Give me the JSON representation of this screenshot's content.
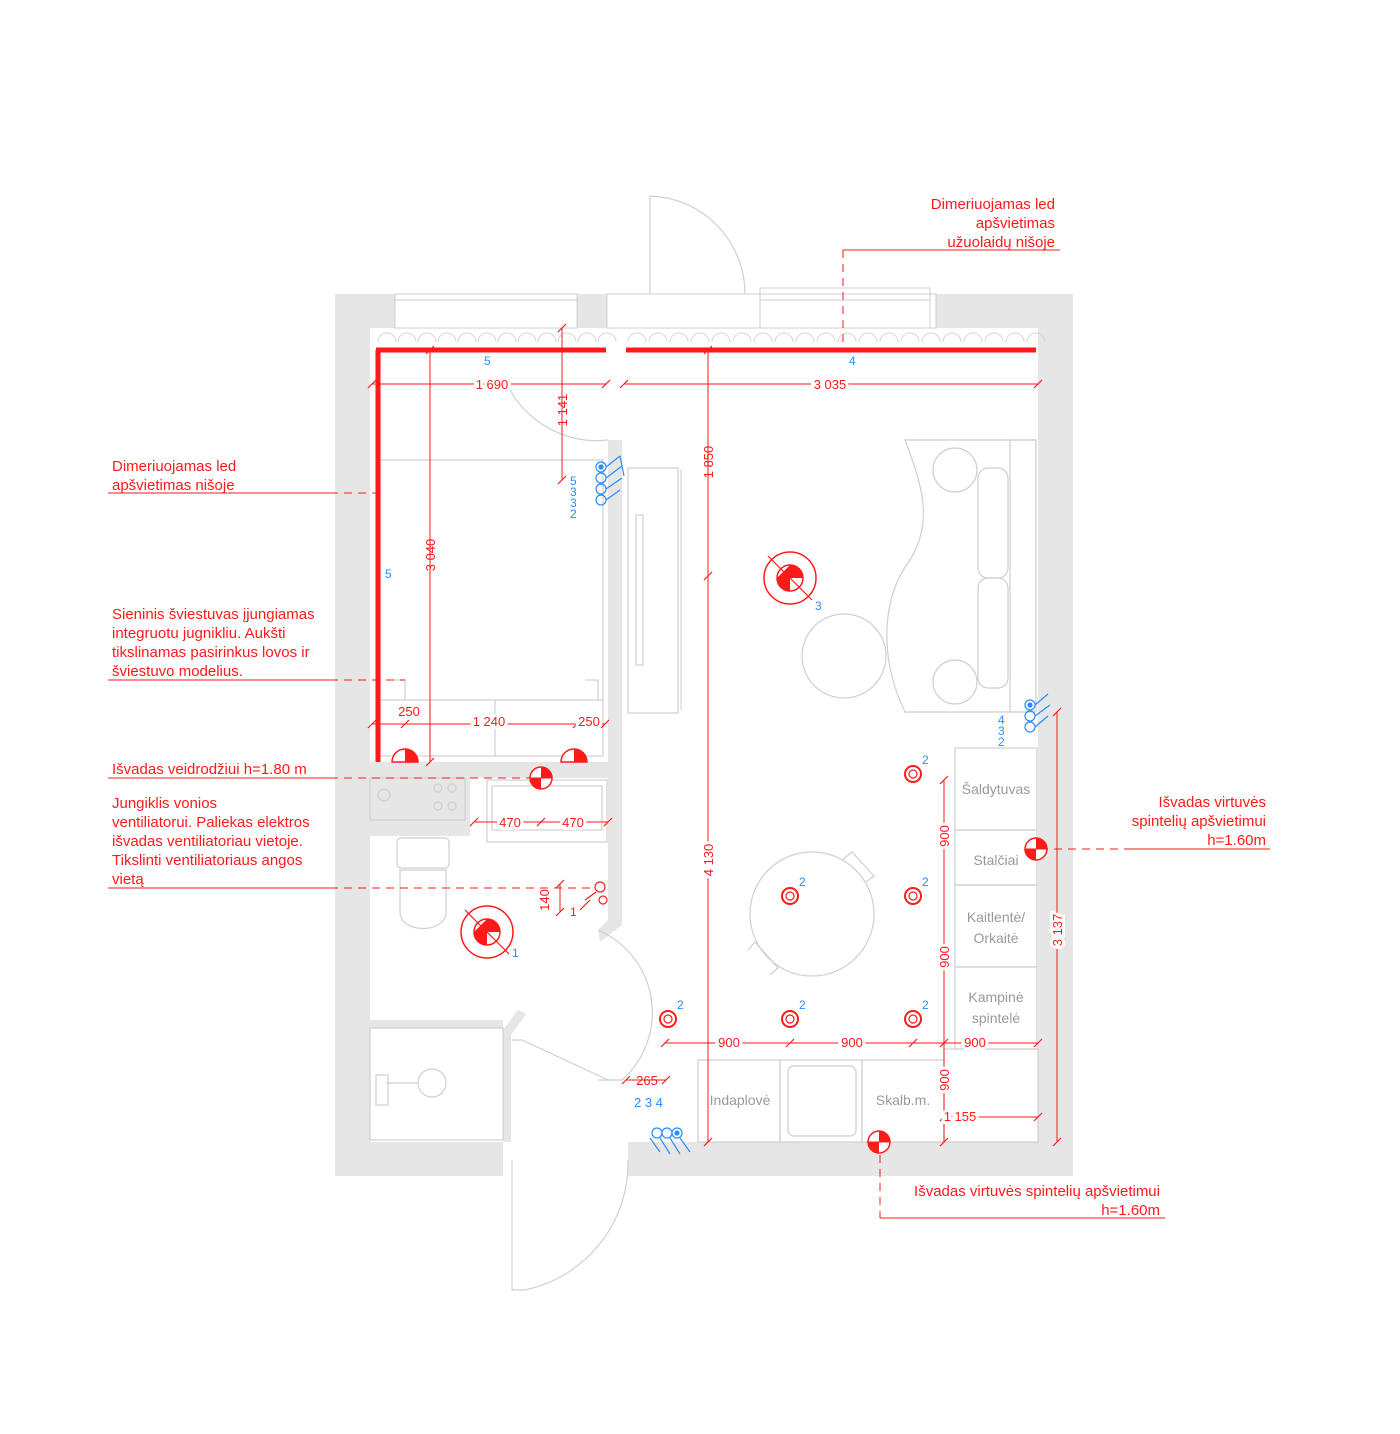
{
  "annotations": {
    "niche_curtain": [
      "Dimeriuojamas led",
      "apšvietimas",
      "užuolaidų nišoje"
    ],
    "niche": [
      "Dimeriuojamas led",
      "apšvietimas nišoje"
    ],
    "wall_lamp": [
      "Sieninis šviestuvas įjungiamas",
      "integruotu jugnikliu. Aukšti",
      "tikslinamas pasirinkus lovos ir",
      "šviestuvo modelius."
    ],
    "mirror": [
      "Išvadas veidrodžiui h=1.80 m"
    ],
    "bath_fan": [
      "Jungiklis vonios",
      "ventiliatorui. Paliekas elektros",
      "išvadas ventiliatoriau vietoje.",
      "Tikslinti ventiliatoriaus angos",
      "vietą"
    ],
    "kitchen_right": [
      "Išvadas virtuvės",
      "spintelių apšvietimui",
      "h=1.60m"
    ],
    "kitchen_bottom": [
      "Išvadas virtuvės spintelių apšvietimui",
      "h=1.60m"
    ]
  },
  "dimensions": {
    "d1690": "1 690",
    "d3035": "3 035",
    "d1141": "1 141",
    "d1850": "1 850",
    "d3040": "3 040",
    "d250a": "250",
    "d1240": "1 240",
    "d250b": "250",
    "d470a": "470",
    "d470b": "470",
    "d140": "140",
    "d4130": "4 130",
    "d3137": "3 137",
    "d900v1": "900",
    "d900v2": "900",
    "d900v3": "900",
    "d900h1": "900",
    "d900h2": "900",
    "d900h3": "900",
    "d265": "265",
    "d1155": "1 155"
  },
  "labels": {
    "fridge": "Šaldytuvas",
    "drawers": "Stalčiai",
    "hob_1": "Kaitlentė/",
    "hob_2": "Orkaitė",
    "corner_1": "Kampinė",
    "corner_2": "spintelė",
    "dishwasher": "Indaplovė",
    "washer": "Skalb.m."
  },
  "circuits": {
    "led_top_left": "5",
    "led_top_right": "4",
    "led_left": "5",
    "ceiling_living": "3",
    "ceiling_bath": "1",
    "spot": "2",
    "sw_bath": "1",
    "sw_bed": [
      "5",
      "3",
      "3",
      "2"
    ],
    "sw_living": [
      "4",
      "3",
      "2"
    ],
    "sw_entry": "2 3 4"
  },
  "colors": {
    "wall": "#e6e6e6",
    "accent": "#ff1a1a",
    "circuit": "#2a8cff",
    "furniture": "#c8c8c8"
  }
}
